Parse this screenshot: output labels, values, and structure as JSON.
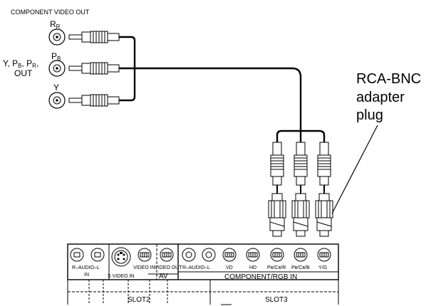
{
  "source": {
    "title": "COMPONENT VIDEO OUT",
    "label_rr": "R",
    "label_rr_sub": "R",
    "label_pb": "P",
    "label_pb_sub": "B",
    "label_y": "Y",
    "side_label_line1": "Y,  P",
    "side_label_pb_sub": "B",
    "side_label_mid": ", P",
    "side_label_pr_sub": "R",
    "side_label_end": ",",
    "side_label_line2": "OUT"
  },
  "callout": {
    "line1": "RCA-BNC",
    "line2": "adapter",
    "line3": "plug"
  },
  "panel": {
    "slot2_labels": {
      "r_audio_l": "R–AUDIO–L",
      "in": "IN",
      "s_video_in": "S VIDEO IN",
      "video_in": "VIDEO IN",
      "video_out": "VIDEO OUT",
      "av": "AV"
    },
    "slot3_labels": {
      "r_audio_l": "R–AUDIO–L",
      "vd": "VD",
      "hd": "HD",
      "pr_cr_r": "Pʀ/Cʀ/R",
      "pb_cb_b": "Pʙ/Cʙ/B",
      "y_g": "Y/G",
      "component_rgb_in": "COMPONENT/RGB IN"
    },
    "slot2": "SLOT2",
    "slot3": "SLOT3"
  }
}
